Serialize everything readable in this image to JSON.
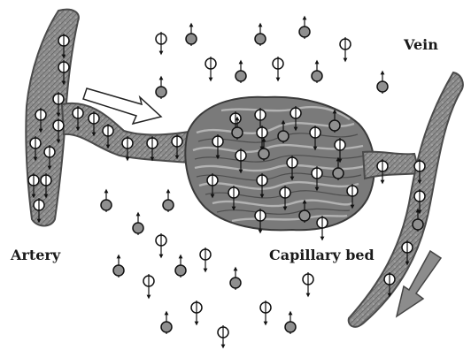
{
  "labels": {
    "vein": "Vein",
    "artery": "Artery",
    "capillary_bed": "Capillary bed"
  },
  "colors": {
    "vessel_fill": "#8a8a8a",
    "vessel_edge": "#4a4a4a",
    "particle_white": "#ffffff",
    "particle_gray": "#8f8f8f",
    "arrow_inflow": "#ffffff",
    "arrow_outflow": "#8c8c8c"
  },
  "icons": {
    "particle": "circle-with-vertical-arrow",
    "inflow_arrow": "outlined-arrow",
    "outflow_arrow": "gray-arrow"
  }
}
